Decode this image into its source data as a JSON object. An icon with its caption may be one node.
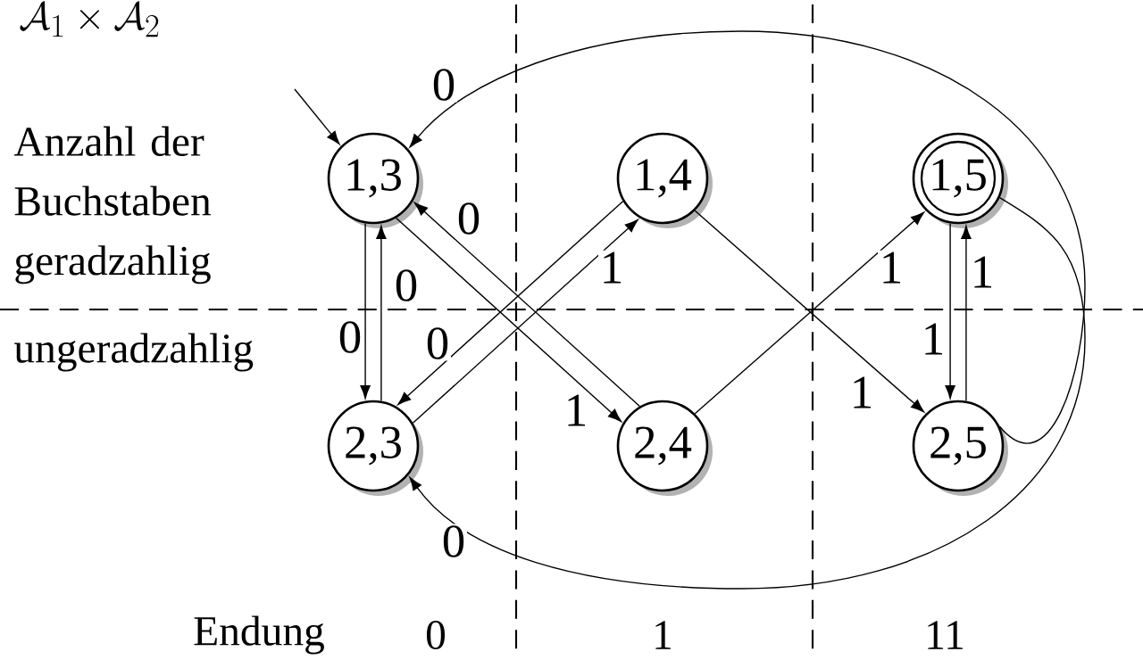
{
  "diagram": {
    "title": "\\mathcal{A}_1 \\times \\mathcal{A}_2",
    "nodes": [
      {
        "text": [
          "1,3"
        ]
      },
      {
        "text": [
          "1,4"
        ]
      },
      {
        "text": [
          "1,5"
        ]
      },
      {
        "text": [
          "2,3"
        ]
      },
      {
        "text": [
          "2,4"
        ]
      },
      {
        "text": [
          "2,5"
        ]
      }
    ],
    "edges": [
      {
        "from": null,
        "to": 0,
        "arrow": "to"
      },
      {
        "from": 0,
        "to": 3,
        "arrow": "to",
        "label": "0"
      },
      {
        "from": 3,
        "to": 0,
        "arrow": "to",
        "label": "0"
      },
      {
        "from": 4,
        "to": 0,
        "arrow": "to",
        "label": "0"
      },
      {
        "from": 0,
        "to": 4,
        "arrow": "to",
        "label": "1"
      },
      {
        "from": 1,
        "to": 3,
        "arrow": "to",
        "label": "0"
      },
      {
        "from": 3,
        "to": 1,
        "arrow": "to",
        "label": "1"
      },
      {
        "from": 1,
        "to": 5,
        "arrow": "to",
        "label": "1"
      },
      {
        "from": 4,
        "to": 2,
        "arrow": "to",
        "label": "1"
      },
      {
        "from": 2,
        "to": 5,
        "arrow": "to",
        "label": "1"
      },
      {
        "from": 5,
        "to": 2,
        "arrow": "to",
        "label": "1"
      },
      {
        "from": 5,
        "to": 0,
        "arrow": "to",
        "label": "0"
      },
      {
        "from": 2,
        "to": 3,
        "arrow": "to",
        "label": "0"
      }
    ],
    "labels": [
      "Anzahl der Buchstaben geradzahlig",
      "ungeradzahlig",
      "Endung",
      "0",
      "1",
      "11"
    ]
  }
}
